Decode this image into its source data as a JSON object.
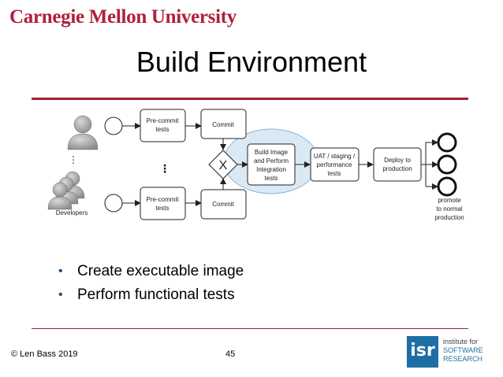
{
  "header": {
    "university": "Carnegie Mellon University",
    "title": "Build Environment"
  },
  "diagram": {
    "developers_label": "Developers",
    "precommit_top": [
      "Pre-commit",
      "tests"
    ],
    "precommit_bottom": [
      "Pre-commit",
      "tests"
    ],
    "commit_top": "Commit",
    "commit_bottom": "Commit",
    "gateway_symbol": "X",
    "build": [
      "Build Image",
      "and Perform",
      "Integration",
      "tests"
    ],
    "uat": [
      "UAT / staging /",
      "performance",
      "tests"
    ],
    "deploy": [
      "Deploy to",
      "production"
    ],
    "promote": [
      "promote",
      "to normal",
      "production"
    ],
    "ellipsis": "⋮"
  },
  "bullets": [
    "Create executable image",
    "Perform functional tests"
  ],
  "footer": {
    "copyright": "© Len Bass 2019",
    "page": "45",
    "isr_mark": "isr",
    "isr_line1": "institute for",
    "isr_line2": "SOFTWARE",
    "isr_line3": "RESEARCH"
  },
  "colors": {
    "brand": "#b0203c",
    "rule": "#a3202f",
    "highlight": "#dbe9f4",
    "isr": "#1e6ea6"
  }
}
